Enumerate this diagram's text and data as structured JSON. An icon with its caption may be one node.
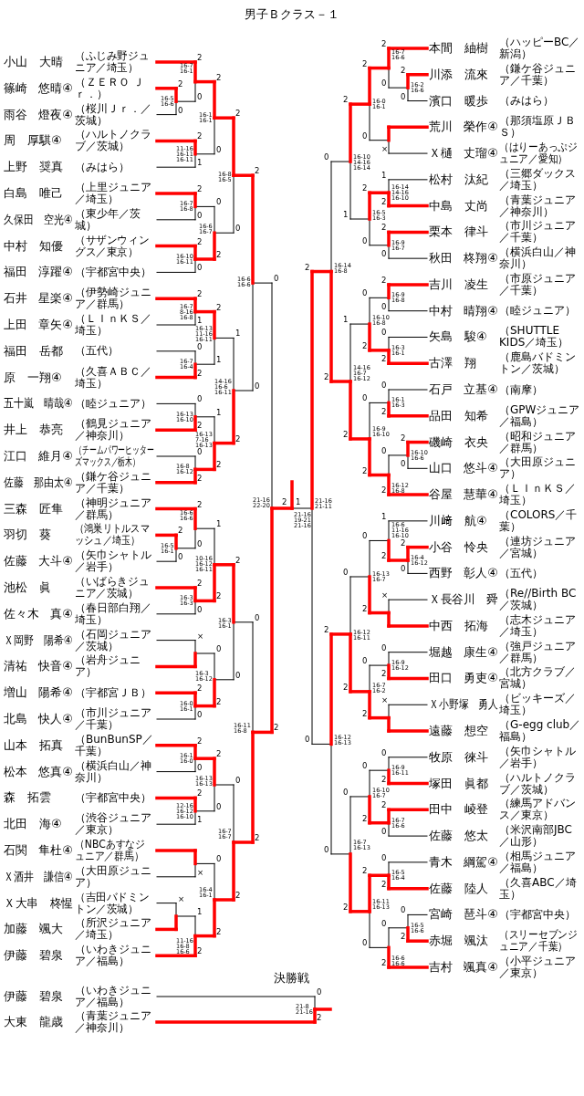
{
  "diagram": {
    "title": "男子Ｂクラス－１",
    "labels": [
      "小山　大晴",
      "（ふじみ野ジュニア／埼玉）",
      "篠崎　悠晴④",
      "（ＺＥＲＯ Ｊｒ．）",
      "雨谷　燈夜④",
      "（桜川Ｊｒ．／茨城）",
      "周　厚騏④",
      "（ハルトノクラブ／茨城）",
      "上野　奨真",
      "（みはら）",
      "白島　唯己",
      "（上里ジュニア／埼玉）",
      "久保田　空光④",
      "（東少年／茨城）",
      "中村　知優",
      "（サザンウィングス／東京）",
      "福田　淳躍④",
      "（宇都宮中央）",
      "石井　星楽④",
      "（伊勢崎ジュニア／群馬）",
      "上田　章矢④",
      "（ＬＩｎＫＳ／埼玉）",
      "福田　岳都",
      "（五代）",
      "原　一翔④",
      "（久喜ＡＢＣ／埼玉）",
      "五十嵐　晴哉④",
      "（睦ジュニア）",
      "井上　恭亮",
      "（鶴見ジュニア／神奈川）",
      "江口　維月④",
      "（チームパワーヒッターズマックス／栃木）",
      "佐藤　那由太④",
      "（鎌ケ谷ジュニア／千葉）",
      "三森　匠隼",
      "（神明ジュニア／群馬）",
      "羽切　葵",
      "（鴻巣リトルスマッシュ／埼玉）",
      "佐藤　大斗④",
      "（矢巾シャトル／岩手）",
      "池松　眞",
      "（いばらきジュニア／茨城）",
      "佐々木　真④",
      "（春日部白翔／埼玉）",
      "Ｘ岡野　陽希④",
      "（石岡ジュニア／茨城）",
      "清祐　快音④",
      "（岩舟ジュニア）",
      "増山　陽希④",
      "（宇都宮ＪＢ）",
      "北島　快人④",
      "（市川ジュニア／千葉）",
      "山本　拓真",
      "（BunBunSP／千葉）",
      "松本　悠真④",
      "（横浜白山／神奈川）",
      "森　拓雲",
      "（宇都宮中央）",
      "北田　海④",
      "（渋谷ジュニア／東京）",
      "石関　隼杜④",
      "（NBCあすなジュニア／群馬）",
      "Ｘ酒井　謙信④",
      "（大田原ジュニア）",
      "Ｘ大串　柊惺",
      "（吉田バドミントン／茨城）",
      "加藤　颯大",
      "（所沢ジュニア／埼玉）",
      "伊藤　碧泉",
      "（いわきジュニア／福島）",
      "本間　紬樹",
      "（ハッピーBC／新潟）",
      "川添　流來",
      "（鎌ケ谷ジュニア／千葉）",
      "濱口　暖歩",
      "（みはら）",
      "荒川　榮作④",
      "（那須塩原ＪＢＳ）",
      "Ｘ樋　丈瑠④",
      "（はりーあっぷジュニア／愛知）",
      "松村　汰紀",
      "（三郷ダックス／埼玉）",
      "中島　丈尚",
      "（青葉ジュニア／神奈川）",
      "栗本　律斗",
      "（市川ジュニア／千葉）",
      "秋田　柊翔④",
      "（横浜白山／神奈川）",
      "吉川　凌生",
      "（市原ジュニア／千葉）",
      "中村　晴翔④",
      "（睦ジュニア）",
      "矢島　駿④",
      "（SHUTTLE KIDS／埼玉）",
      "古澤　翔",
      "（鹿島バドミントン／茨城）",
      "石戸　立基④",
      "（南摩）",
      "品田　知希",
      "（GPWジュニア／福島）",
      "磯崎　衣央",
      "（昭和ジュニア／群馬）",
      "山口　悠斗④",
      "（大田原ジュニア）",
      "谷屋　慧華④",
      "（ＬＩｎＫＳ／埼玉）",
      "川﨑　航④",
      "（COLORS／千葉）",
      "小谷　怜央",
      "（連坊ジュニア／宮城）",
      "西野　彰人④",
      "（五代）",
      "Ｘ長谷川　舜",
      "（Re//Birth BC／茨城）",
      "中西　拓海",
      "（志木ジュニア／埼玉）",
      "堀越　康生④",
      "（強戸ジュニア／群馬）",
      "田口　勇吏④",
      "（北方クラブ／宮城）",
      "Ｘ小野塚　勇人",
      "（ビッキーズ／埼玉）",
      "遠藤　想空",
      "（G-egg club／福島）",
      "牧原　徠斗",
      "（矢巾シャトル／岩手）",
      "塚田　眞都",
      "（ハルトノクラブ／茨城）",
      "田中　崚登",
      "（練馬アドバンス／東京）",
      "佐藤　悠太",
      "（米沢南部JBC／山形）",
      "青木　綱駕④",
      "（相馬ジュニア／福島）",
      "佐藤　陸人",
      "（久喜ABC／埼玉）",
      "宮崎　琶斗④",
      "（宇都宮中央）",
      "赤堀　颯汰",
      "（スリーセブンジュニア／千葉）",
      "吉村　颯真④",
      "（小平ジュニア／東京）",
      "決勝戦",
      "伊藤　碧泉",
      "（いわきジュニア／福島）",
      "大東　龍歳",
      "（青葉ジュニア／神奈川）",
      "0",
      "2",
      "21-8 21-16",
      "2",
      "1",
      "21-16 19-21 21-16",
      "2",
      "0",
      "16-7 16-1",
      "2",
      "0",
      "16-5 16-6",
      "2",
      "0",
      "16-1 16-1",
      "2",
      "1",
      "11-16 16-11 16-11",
      "2",
      "0",
      "16-8 16-5",
      "2",
      "0",
      "16-7 16-8",
      "0",
      "2",
      "16-6 16-7",
      "2",
      "0",
      "16-10 16-11",
      "2",
      "0",
      "16-6 16-6",
      "2",
      "1",
      "16-7 8-16 16-8",
      "2",
      "1",
      "16-13 11-16 16-11",
      "0",
      "2",
      "16-7 16-4",
      "1",
      "2",
      "14-16 16-6 16-11",
      "0",
      "2",
      "16-13 16-10",
      "1",
      "2",
      "16-13 7-16 16-13",
      "0",
      "2",
      "16-8 16-12",
      "0",
      "2",
      "21-16 22-20",
      "2",
      "0",
      "16-6 16-6",
      "2",
      "0",
      "16-5 16-1",
      "1",
      "2",
      "10-16 16-12 16-11",
      "2",
      "0",
      "16-3 16-3",
      "2",
      "0",
      "16-3 16-1",
      "×",
      "0",
      "2",
      "16-3 16-12",
      "2",
      "0",
      "16-0 16-1",
      "0",
      "2",
      "16-11 16-8",
      "2",
      "0",
      "16-1 16-0",
      "2",
      "0",
      "16-13 16-13",
      "2",
      "1",
      "12-16 16-12 16-10",
      "0",
      "2",
      "16-7 16-7",
      "×",
      "0",
      "2",
      "16-4 16-1",
      "×",
      "1",
      "2",
      "11-16 16-8 16-6",
      "2",
      "0",
      "16-7 16-6",
      "2",
      "0",
      "16-2 16-6",
      "2",
      "0",
      "16-0 16-1",
      "×",
      "2",
      "1",
      "16-10 14-16 16-14",
      "1",
      "2",
      "16-14 14-16 16-10",
      "2",
      "0",
      "16-5 16-3",
      "2",
      "0",
      "16-9 16-7",
      "0",
      "2",
      "16-14 16-8",
      "2",
      "0",
      "16-9 16-8",
      "0",
      "2",
      "16-10 16-8",
      "0",
      "2",
      "16-3 16-1",
      "1",
      "2",
      "14-16 16-7 16-12",
      "0",
      "2",
      "16-1 16-3",
      "0",
      "2",
      "16-9 16-10",
      "2",
      "0",
      "16-10 16-6",
      "0",
      "2",
      "16-12 16-8",
      "2",
      "0",
      "21-16 21-11",
      "1",
      "2",
      "16-6 11-16 16-10",
      "2",
      "0",
      "16-4 16-12",
      "0",
      "2",
      "16-13 16-7",
      "×",
      "0",
      "2",
      "16-12 16-11",
      "0",
      "2",
      "16-9 16-12",
      "0",
      "2",
      "16-7 16-2",
      "×",
      "2",
      "0",
      "16-12 16-13",
      "0",
      "2",
      "16-9 16-11",
      "0",
      "2",
      "16-10 16-7",
      "2",
      "0",
      "16-7 16-6",
      "0",
      "2",
      "16-7 16-13",
      "0",
      "2",
      "16-5 16-4",
      "2",
      "0",
      "16-11 16-13",
      "0",
      "2",
      "16-5 16-6",
      "0",
      "2",
      "16-6 16-6"
    ]
  }
}
